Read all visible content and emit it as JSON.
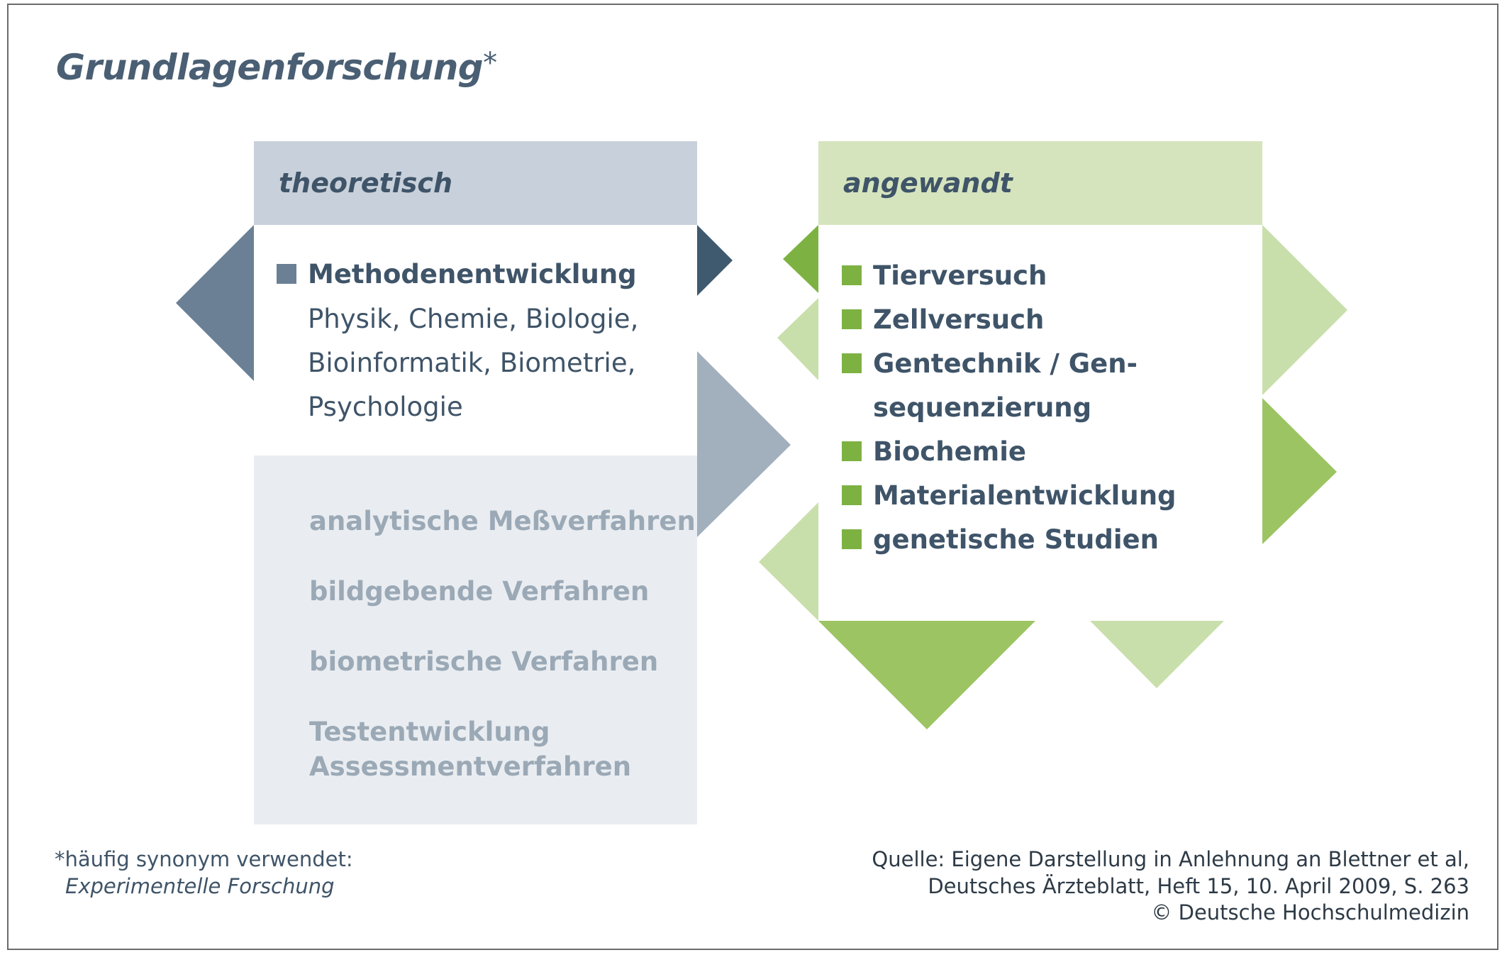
{
  "title": "Grundlagenforschung",
  "title_mark": "*",
  "left": {
    "header": "theoretisch",
    "bullet": "Methodenentwicklung",
    "sub_lines": [
      "Physik, Chemie, Biologie,",
      "Bioinformatik, Biometrie,",
      "Psychologie"
    ],
    "grey_items": [
      "analytische Meßverfahren",
      "bildgebende Verfahren",
      "biometrische Verfahren",
      "Testentwicklung",
      "Assessmentverfahren"
    ]
  },
  "right": {
    "header": "angewandt",
    "items": [
      "Tierversuch",
      "Zellversuch",
      "Gentechnik / Gen-",
      "Biochemie",
      "Materialentwicklung",
      "genetische Studien"
    ],
    "continuation": "sequenzierung"
  },
  "footnote": {
    "line1": "*häufig synonym verwendet:",
    "line2": "Experimentelle Forschung"
  },
  "source": {
    "line1": "Quelle: Eigene Darstellung in Anlehnung an Blettner et al,",
    "line2": "Deutsches Ärzteblatt, Heft 15, 10. April 2009, S. 263",
    "line3": "© Deutsche Hochschulmedizin"
  },
  "colors": {
    "dark_blue": "#3f5a6e",
    "slate": "#6b8094",
    "light_slate": "#a2b0bd",
    "header_blue": "#c8d1db",
    "panel_grey": "#e9edf1",
    "green": "#9cc463",
    "bright_green": "#7db242",
    "light_green": "#c9dfab",
    "header_green": "#d5e4bd"
  }
}
